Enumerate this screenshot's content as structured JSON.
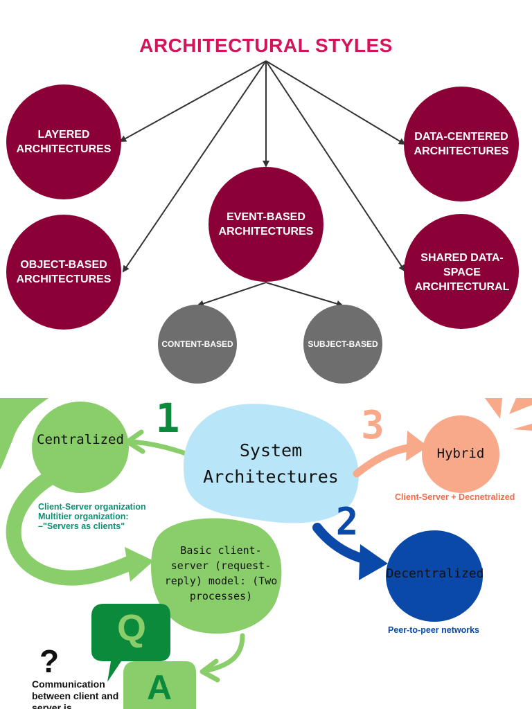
{
  "top_diagram": {
    "title": "ARCHITECTURAL STYLES",
    "nodes": {
      "layered": "LAYERED ARCHITECTURES",
      "object_based": "OBJECT-BASED ARCHITECTURES",
      "event_based": "EVENT-BASED ARCHITECTURES",
      "data_centered": "DATA-CENTERED ARCHITECTURES",
      "shared_data_space": "SHARED DATA-SPACE ARCHITECTURAL",
      "content_based": "CONTENT-BASED",
      "subject_based": "SUBJECT-BASED"
    },
    "colors": {
      "title": "#d4145a",
      "node": "#8b0036",
      "subnode": "#6e6e6e",
      "arrow": "#333333"
    }
  },
  "bottom_diagram": {
    "center": "System Architectures",
    "centralized": "Centralized",
    "decentralized": "Decentralized",
    "hybrid": "Hybrid",
    "basic_client_server": "Basic client-server (request-reply) model: (Two processes)",
    "numbers": {
      "one": "1",
      "two": "2",
      "three": "3"
    },
    "centralized_notes": [
      "Client-Server organization",
      "Multitier organization:",
      "–\"Servers as clients\""
    ],
    "hybrid_note": "Client-Server + Decnetralized",
    "decentralized_note": "Peer-to-peer networks",
    "question_mark": "?",
    "question_note": "Communication between client and server is",
    "q_letter": "Q",
    "a_letter": "A",
    "colors": {
      "light_green": "#8acd6b",
      "dark_green": "#0b8a3b",
      "light_blue": "#b8e6f8",
      "dark_blue": "#0a49a8",
      "salmon": "#f8a98a",
      "teal_text": "#0e8f75",
      "salmon_text": "#f06a4a",
      "blue_text": "#0a49a8"
    }
  }
}
